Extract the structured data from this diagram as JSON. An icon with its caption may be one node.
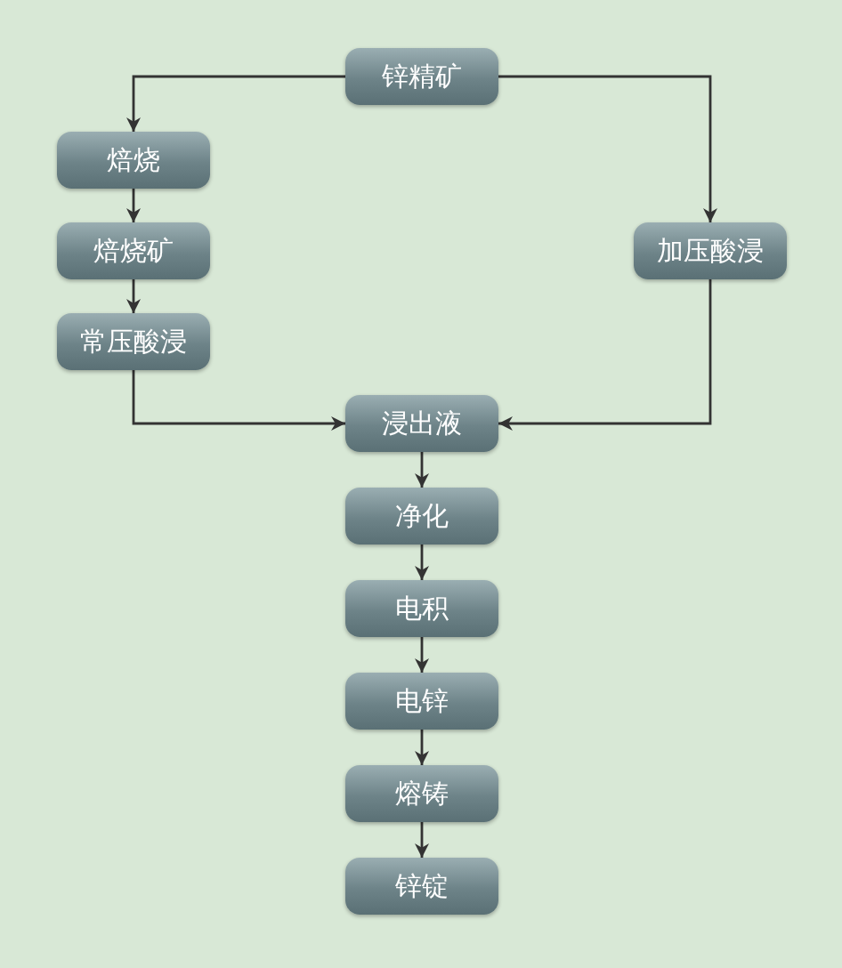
{
  "diagram": {
    "nodes": [
      {
        "text": [
          "锌精矿"
        ]
      },
      {
        "text": [
          "焙烧"
        ]
      },
      {
        "text": [
          "焙烧矿"
        ]
      },
      {
        "text": [
          "常压酸浸"
        ]
      },
      {
        "text": [
          "加压酸浸"
        ]
      },
      {
        "text": [
          "浸出液"
        ]
      },
      {
        "text": [
          "净化"
        ]
      },
      {
        "text": [
          "电积"
        ]
      },
      {
        "text": [
          "电锌"
        ]
      },
      {
        "text": [
          "熔铸"
        ]
      },
      {
        "text": [
          "锌锭"
        ]
      }
    ],
    "edges": [
      {
        "from": 0,
        "to": 1,
        "arrow": "to"
      },
      {
        "from": 1,
        "to": 2,
        "arrow": "to"
      },
      {
        "from": 2,
        "to": 3,
        "arrow": "to"
      },
      {
        "from": 0,
        "to": 4,
        "arrow": "to"
      },
      {
        "from": 3,
        "to": 5,
        "arrow": "to"
      },
      {
        "from": 4,
        "to": 5,
        "arrow": "to"
      },
      {
        "from": 5,
        "to": 6,
        "arrow": "to"
      },
      {
        "from": 6,
        "to": 7,
        "arrow": "to"
      },
      {
        "from": 7,
        "to": 8,
        "arrow": "to"
      },
      {
        "from": 8,
        "to": 9,
        "arrow": "to"
      },
      {
        "from": 9,
        "to": 10,
        "arrow": "to"
      }
    ]
  }
}
